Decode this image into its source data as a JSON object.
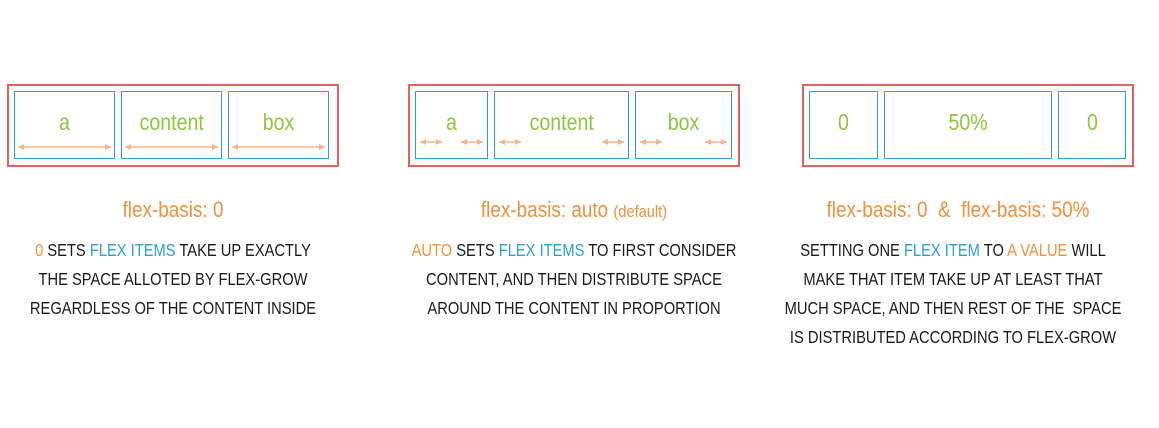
{
  "colors": {
    "container_border": "#e0625a",
    "box_border": "#2a9fd8",
    "box_text": "#8cc63f",
    "arrow": "#f5b58a",
    "title_text": "#f0913b",
    "highlight_orange": "#f0913b",
    "highlight_blue": "#2a9fd8",
    "body_text": "#1a1a1a"
  },
  "panels": [
    {
      "boxes": [
        "a",
        "content",
        "box"
      ],
      "title": "flex-basis: 0",
      "title_suffix": "",
      "desc": {
        "line1": [
          "0",
          " SETS ",
          "FLEX ITEMS",
          " TAKE UP EXACTLY"
        ],
        "line2": "THE SPACE ALLOTED BY FLEX-GROW",
        "line3": "REGARDLESS OF THE CONTENT INSIDE"
      }
    },
    {
      "boxes": [
        "a",
        "content",
        "box"
      ],
      "title": "flex-basis: auto",
      "title_suffix": "(default)",
      "desc": {
        "line1": [
          "AUTO",
          " SETS ",
          "FLEX ITEMS",
          " TO FIRST CONSIDER"
        ],
        "line2": "CONTENT, AND THEN DISTRIBUTE SPACE",
        "line3": "AROUND THE CONTENT IN PROPORTION"
      }
    },
    {
      "boxes": [
        "0",
        "50%",
        "0"
      ],
      "title": "flex-basis: 0  &  flex-basis: 50%",
      "title_suffix": "",
      "desc": {
        "line1": [
          "SETTING ONE ",
          "FLEX ITEM",
          " TO ",
          "A VALUE",
          " WILL"
        ],
        "line2": "MAKE THAT ITEM TAKE UP AT LEAST THAT",
        "line3": "MUCH SPACE, AND THEN REST OF THE  SPACE",
        "line4": "IS DISTRIBUTED ACCORDING TO FLEX-GROW"
      }
    }
  ]
}
